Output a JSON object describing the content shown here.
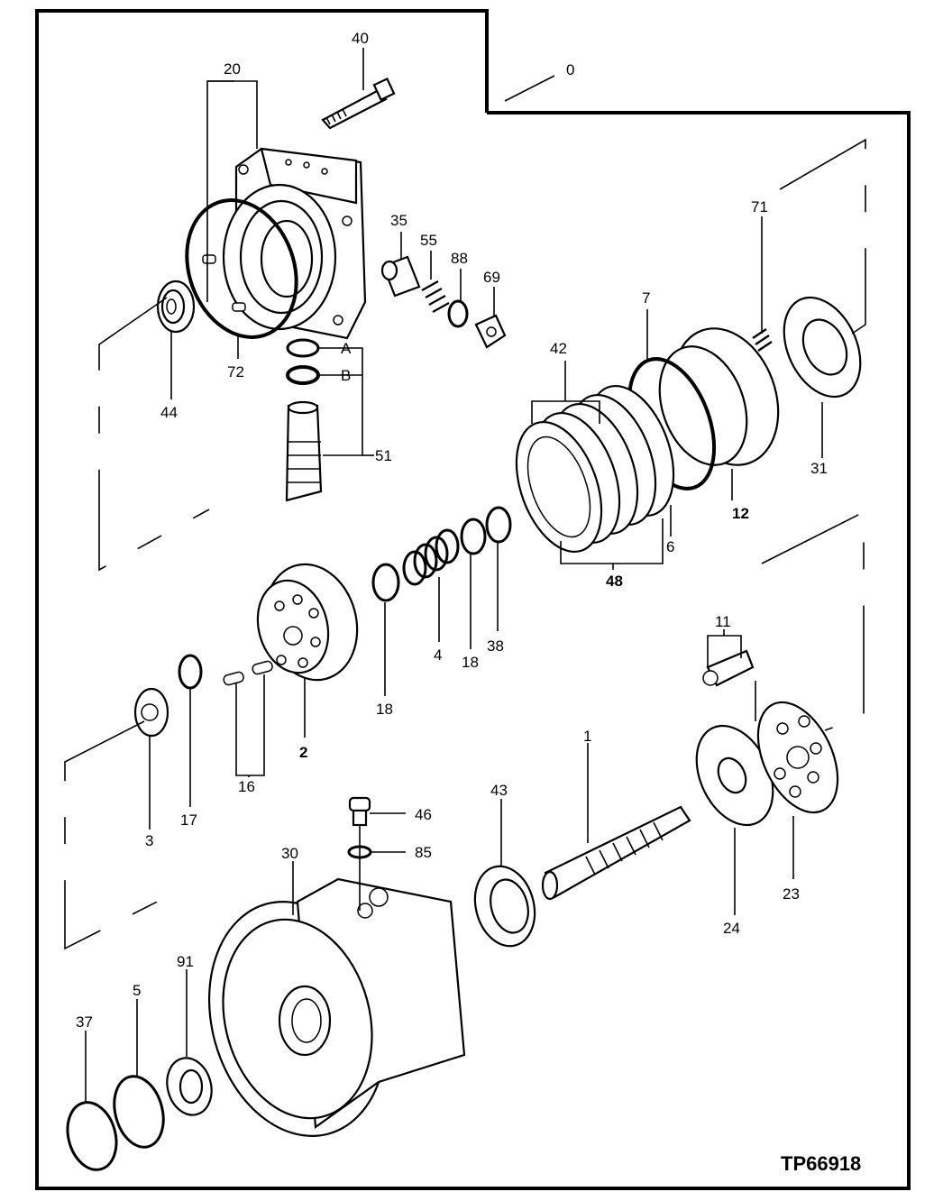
{
  "figure_ref": "TP66918",
  "callouts": [
    {
      "id": "c0",
      "text": "0",
      "bold": false
    },
    {
      "id": "c40",
      "text": "40",
      "bold": false
    },
    {
      "id": "c20",
      "text": "20",
      "bold": false
    },
    {
      "id": "c35",
      "text": "35",
      "bold": false
    },
    {
      "id": "c55",
      "text": "55",
      "bold": false
    },
    {
      "id": "c88",
      "text": "88",
      "bold": false
    },
    {
      "id": "c69",
      "text": "69",
      "bold": false
    },
    {
      "id": "c71",
      "text": "71",
      "bold": false
    },
    {
      "id": "c7",
      "text": "7",
      "bold": false
    },
    {
      "id": "c42",
      "text": "42",
      "bold": false
    },
    {
      "id": "c72",
      "text": "72",
      "bold": false
    },
    {
      "id": "c44",
      "text": "44",
      "bold": false
    },
    {
      "id": "cA",
      "text": "A",
      "bold": false
    },
    {
      "id": "cB",
      "text": "B",
      "bold": false
    },
    {
      "id": "c51",
      "text": "51",
      "bold": false
    },
    {
      "id": "c31",
      "text": "31",
      "bold": false
    },
    {
      "id": "c12",
      "text": "12",
      "bold": true
    },
    {
      "id": "c6",
      "text": "6",
      "bold": false
    },
    {
      "id": "c48",
      "text": "48",
      "bold": true
    },
    {
      "id": "c38",
      "text": "38",
      "bold": false
    },
    {
      "id": "c18a",
      "text": "18",
      "bold": false
    },
    {
      "id": "c4",
      "text": "4",
      "bold": false
    },
    {
      "id": "c18b",
      "text": "18",
      "bold": false
    },
    {
      "id": "c11",
      "text": "11",
      "bold": false
    },
    {
      "id": "c2",
      "text": "2",
      "bold": true
    },
    {
      "id": "c16",
      "text": "16",
      "bold": false
    },
    {
      "id": "c17",
      "text": "17",
      "bold": false
    },
    {
      "id": "c3",
      "text": "3",
      "bold": false
    },
    {
      "id": "c1",
      "text": "1",
      "bold": false
    },
    {
      "id": "c43",
      "text": "43",
      "bold": false
    },
    {
      "id": "c46",
      "text": "46",
      "bold": false
    },
    {
      "id": "c85",
      "text": "85",
      "bold": false
    },
    {
      "id": "c30",
      "text": "30",
      "bold": false
    },
    {
      "id": "c24",
      "text": "24",
      "bold": false
    },
    {
      "id": "c23",
      "text": "23",
      "bold": false
    },
    {
      "id": "c91",
      "text": "91",
      "bold": false
    },
    {
      "id": "c5",
      "text": "5",
      "bold": false
    },
    {
      "id": "c37",
      "text": "37",
      "bold": false
    }
  ]
}
